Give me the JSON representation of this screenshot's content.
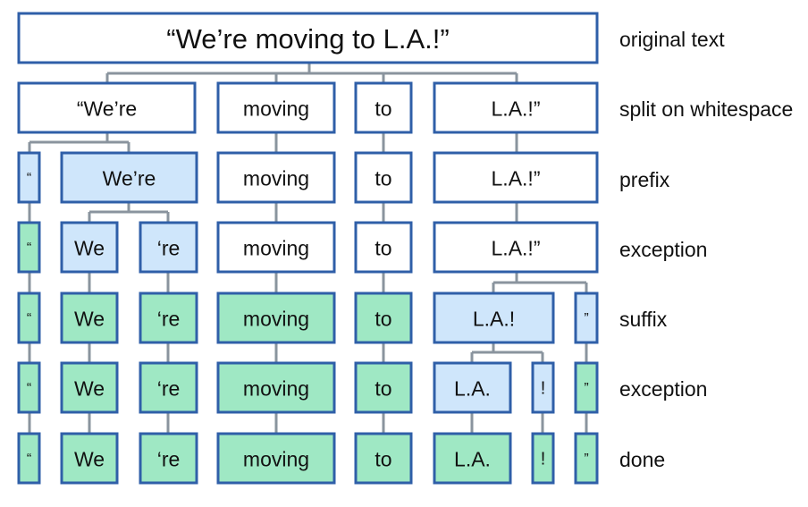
{
  "original_text": "“We’re moving to L.A.!”",
  "stage_labels": {
    "original": "original text",
    "split": "split on whitespace",
    "prefix": "prefix",
    "exception1": "exception",
    "suffix": "suffix",
    "exception2": "exception",
    "done": "done"
  },
  "tokens": {
    "open_quote": "“",
    "were_quoted": "“We’re",
    "were": "We’re",
    "we": "We",
    "re": "‘re",
    "moving": "moving",
    "to": "to",
    "la_quoted": "L.A.!”",
    "la_bang": "L.A.!",
    "la": "L.A.",
    "bang": "!",
    "close_quote": "”"
  },
  "colors": {
    "border": "#2f5fa8",
    "unchanged": "#ffffff",
    "modified": "#cfe6fb",
    "final": "#9fe8c4",
    "connector": "#8a949e"
  }
}
